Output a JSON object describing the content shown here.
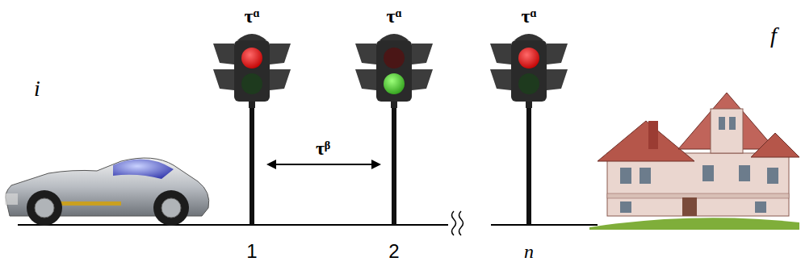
{
  "diagram": {
    "labels": [
      "τᵅ",
      "τᵅ",
      "τᵅ",
      "i",
      "τᵝ",
      "f",
      "1",
      "2",
      "n"
    ]
  }
}
